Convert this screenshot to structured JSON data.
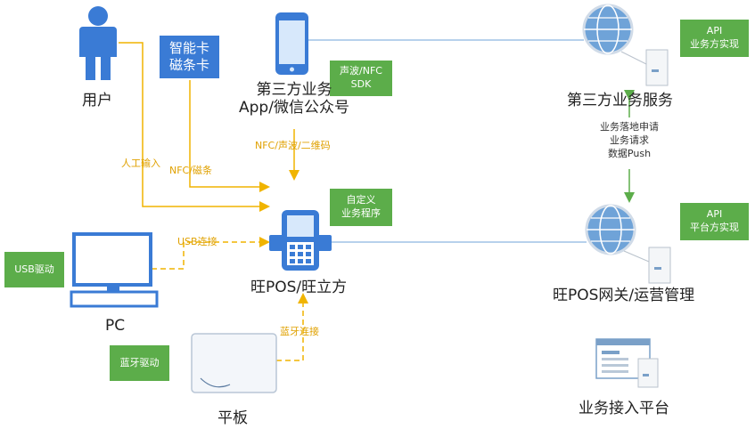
{
  "nodes": {
    "user": "用户",
    "card": [
      "智能卡",
      "磁条卡"
    ],
    "third_app": [
      "第三方业务",
      "App/微信公众号"
    ],
    "third_service": "第三方业务服务",
    "pos": "旺POS/旺立方",
    "gateway": "旺POS网关/运营管理",
    "pc": "PC",
    "tablet": "平板",
    "platform": "业务接入平台"
  },
  "tags": {
    "sdk": [
      "声波/NFC",
      "SDK"
    ],
    "custom": [
      "自定义",
      "业务程序"
    ],
    "api_business": [
      "API",
      "业务方实现"
    ],
    "api_platform": [
      "API",
      "平台方实现"
    ],
    "usb_driver": "USB驱动",
    "bt_driver": "蓝牙驱动"
  },
  "edges": {
    "manual": "人工输入",
    "nfc_mag": "NFC/磁条",
    "nfc_qr": "NFC/声波/二维码",
    "usb": "USB连接",
    "bluetooth": "蓝牙连接",
    "service_link": [
      "业务落地申请",
      "业务请求",
      "数据Push"
    ]
  },
  "colors": {
    "blue": "#3a7bd5",
    "green": "#5cad4a",
    "orange": "#f0b400",
    "line": "#6fa3d8"
  }
}
